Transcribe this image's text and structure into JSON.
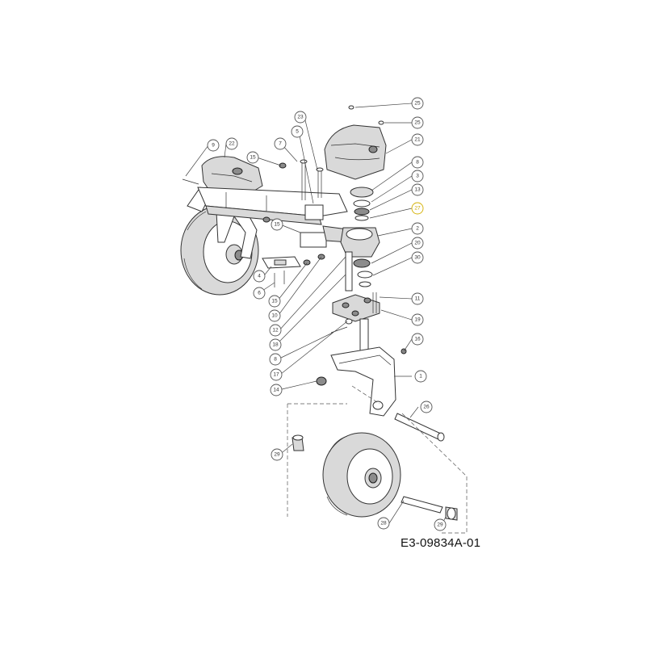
{
  "drawing_code": "E3-09834A-01",
  "highlight_color": "#d4b000",
  "callouts": [
    {
      "id": "c1",
      "label": "25"
    },
    {
      "id": "c2",
      "label": "25"
    },
    {
      "id": "c3",
      "label": "21"
    },
    {
      "id": "c4",
      "label": "8"
    },
    {
      "id": "c5",
      "label": "3"
    },
    {
      "id": "c6",
      "label": "13"
    },
    {
      "id": "c7",
      "label": "27",
      "highlight": true
    },
    {
      "id": "c8",
      "label": "2"
    },
    {
      "id": "c9",
      "label": "20"
    },
    {
      "id": "c10",
      "label": "30"
    },
    {
      "id": "c11",
      "label": "11"
    },
    {
      "id": "c12",
      "label": "19"
    },
    {
      "id": "c13",
      "label": "16"
    },
    {
      "id": "c14",
      "label": "1"
    },
    {
      "id": "c15",
      "label": "26"
    },
    {
      "id": "c16",
      "label": "9"
    },
    {
      "id": "c17",
      "label": "22"
    },
    {
      "id": "c18",
      "label": "15"
    },
    {
      "id": "c19",
      "label": "7"
    },
    {
      "id": "c20",
      "label": "5"
    },
    {
      "id": "c21",
      "label": "23"
    },
    {
      "id": "c22",
      "label": "15"
    },
    {
      "id": "c23",
      "label": "4"
    },
    {
      "id": "c24",
      "label": "6"
    },
    {
      "id": "c25",
      "label": "15"
    },
    {
      "id": "c26",
      "label": "10"
    },
    {
      "id": "c27",
      "label": "12"
    },
    {
      "id": "c28",
      "label": "18"
    },
    {
      "id": "c29",
      "label": "8"
    },
    {
      "id": "c30",
      "label": "17"
    },
    {
      "id": "c31",
      "label": "14"
    },
    {
      "id": "c32",
      "label": "29"
    },
    {
      "id": "c33",
      "label": "28"
    },
    {
      "id": "c34",
      "label": "29"
    }
  ]
}
